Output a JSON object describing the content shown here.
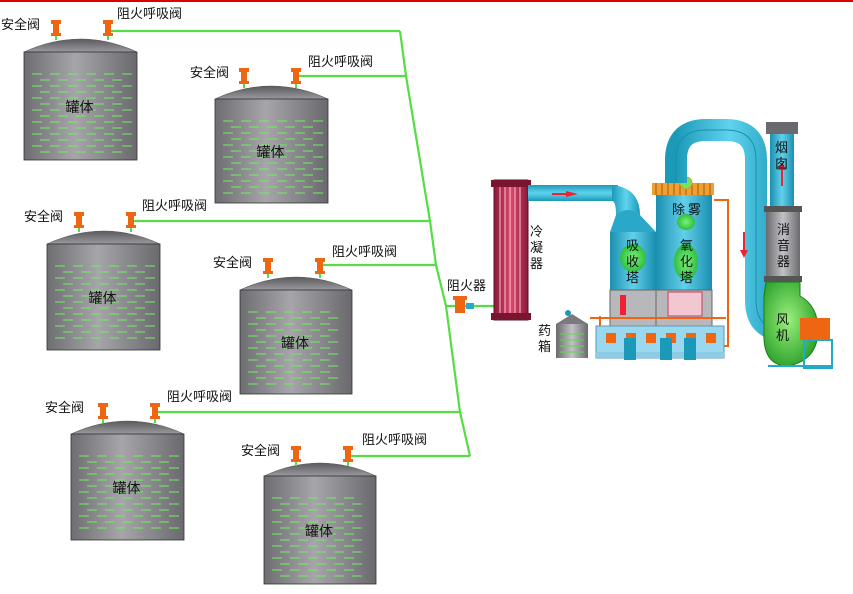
{
  "tanks": [
    {
      "label": "罐体",
      "safety_valve": "安全阀",
      "breather_valve": "阻火呼吸阀"
    },
    {
      "label": "罐体",
      "safety_valve": "安全阀",
      "breather_valve": "阻火呼吸阀"
    },
    {
      "label": "罐体",
      "safety_valve": "安全阀",
      "breather_valve": "阻火呼吸阀"
    },
    {
      "label": "罐体",
      "safety_valve": "安全阀",
      "breather_valve": "阻火呼吸阀"
    },
    {
      "label": "罐体",
      "safety_valve": "安全阀",
      "breather_valve": "阻火呼吸阀"
    },
    {
      "label": "罐体",
      "safety_valve": "安全阀",
      "breather_valve": "阻火呼吸阀"
    }
  ],
  "equipment": {
    "flame_arrester": "阻火器",
    "condenser": [
      "冷",
      "凝",
      "器"
    ],
    "absorption_tower": [
      "吸",
      "收",
      "塔"
    ],
    "oxidation_tower": [
      "氧",
      "化",
      "塔"
    ],
    "demister": [
      "除",
      "雾"
    ],
    "chemical_tank": [
      "药",
      "箱"
    ],
    "silencer": [
      "消",
      "音",
      "器"
    ],
    "chimney": [
      "烟",
      "囱"
    ],
    "fan": [
      "风",
      "机"
    ]
  },
  "colors": {
    "pipe_green": "#55dd44",
    "pipe_blue": "#22aacc",
    "tank_gray": "#8a8a8e",
    "valve_orange": "#ee6611",
    "top_border_red": "#dd0000",
    "flow_arrow_red": "#ee2233"
  }
}
